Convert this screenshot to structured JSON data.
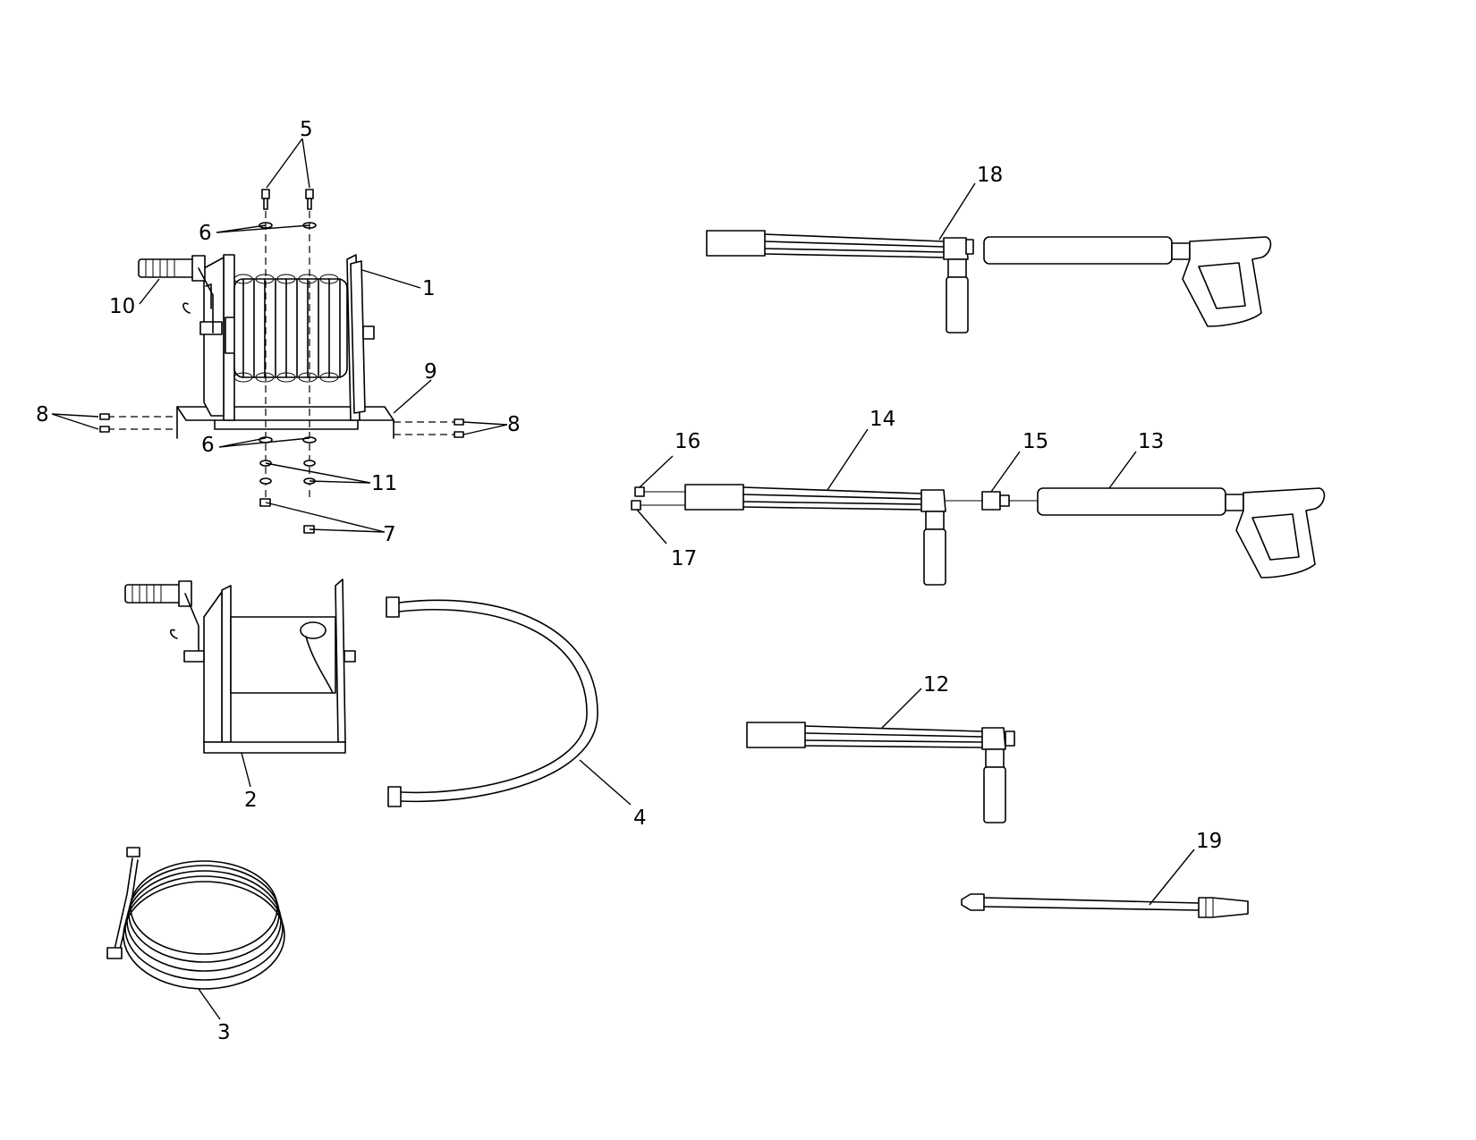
{
  "callouts": {
    "c1": "1",
    "c2": "2",
    "c3": "3",
    "c4": "4",
    "c5": "5",
    "c6a": "6",
    "c6b": "6",
    "c7": "7",
    "c8a": "8",
    "c8b": "8",
    "c9": "9",
    "c10": "10",
    "c11": "11",
    "c12": "12",
    "c13": "13",
    "c14": "14",
    "c15": "15",
    "c16": "16",
    "c17": "17",
    "c18": "18",
    "c19": "19"
  }
}
